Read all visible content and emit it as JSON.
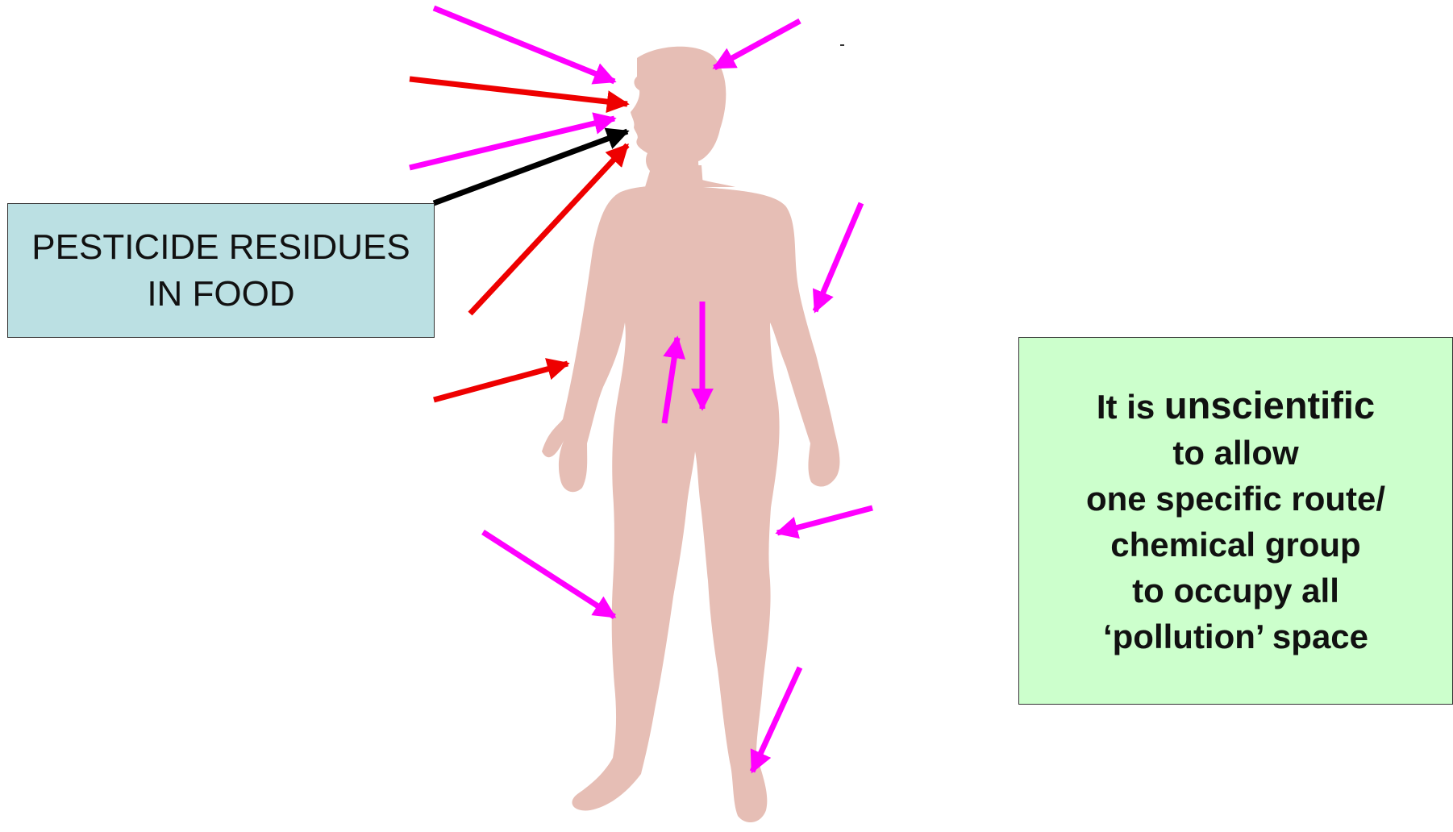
{
  "colors": {
    "background": "#ffffff",
    "silhouette": "#e6beb5",
    "arrow_magenta": "#ff00ff",
    "arrow_red": "#ee0000",
    "arrow_black": "#000000",
    "pesticide_box_fill": "#bbe0e3",
    "statement_box_fill": "#ccffcc"
  },
  "pesticide_box": {
    "line1": "PESTICIDE RESIDUES",
    "line2": "IN FOOD"
  },
  "statement_box": {
    "line1_prefix": "It is ",
    "line1_emphasis": "unscientific",
    "line2": "to allow",
    "line3": "one specific route/",
    "line4": "chemical group",
    "line5": "to occupy all",
    "line6": "‘pollution’ space"
  },
  "arrows": [
    {
      "name": "arrow-head-top-left",
      "color": "magenta"
    },
    {
      "name": "arrow-head-top-right",
      "color": "magenta"
    },
    {
      "name": "arrow-nose",
      "color": "red"
    },
    {
      "name": "arrow-mouth",
      "color": "magenta"
    },
    {
      "name": "arrow-food-to-mouth",
      "color": "black"
    },
    {
      "name": "arrow-neck",
      "color": "red"
    },
    {
      "name": "arrow-right-arm",
      "color": "magenta"
    },
    {
      "name": "arrow-left-hand",
      "color": "red"
    },
    {
      "name": "arrow-abdomen-up",
      "color": "magenta"
    },
    {
      "name": "arrow-abdomen-down",
      "color": "magenta"
    },
    {
      "name": "arrow-right-knee",
      "color": "magenta"
    },
    {
      "name": "arrow-left-knee",
      "color": "magenta"
    },
    {
      "name": "arrow-right-foot",
      "color": "magenta"
    }
  ]
}
